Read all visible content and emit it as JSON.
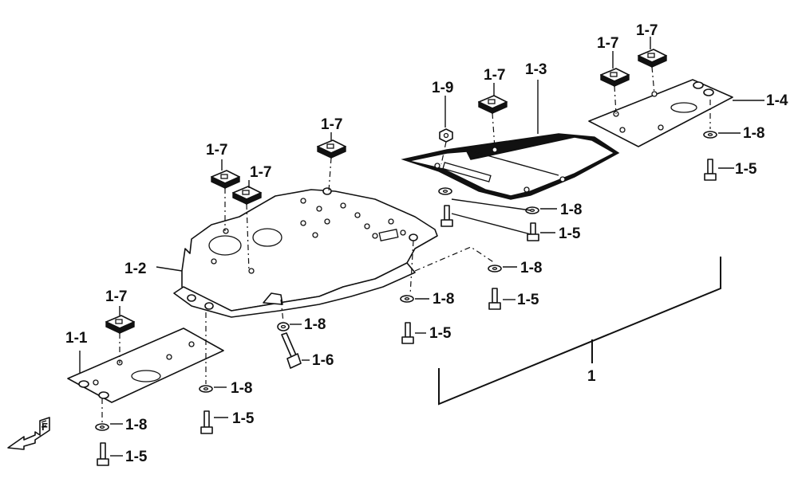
{
  "labels": {
    "assembly": "1",
    "front_plate": "1-1",
    "main_plate": "1-2",
    "mid_plate": "1-3",
    "rear_plate": "1-4",
    "bolt": "1-5",
    "bolt_long": "1-6",
    "clip": "1-7",
    "washer": "1-8",
    "nut": "1-9"
  },
  "direction_indicator": "F"
}
